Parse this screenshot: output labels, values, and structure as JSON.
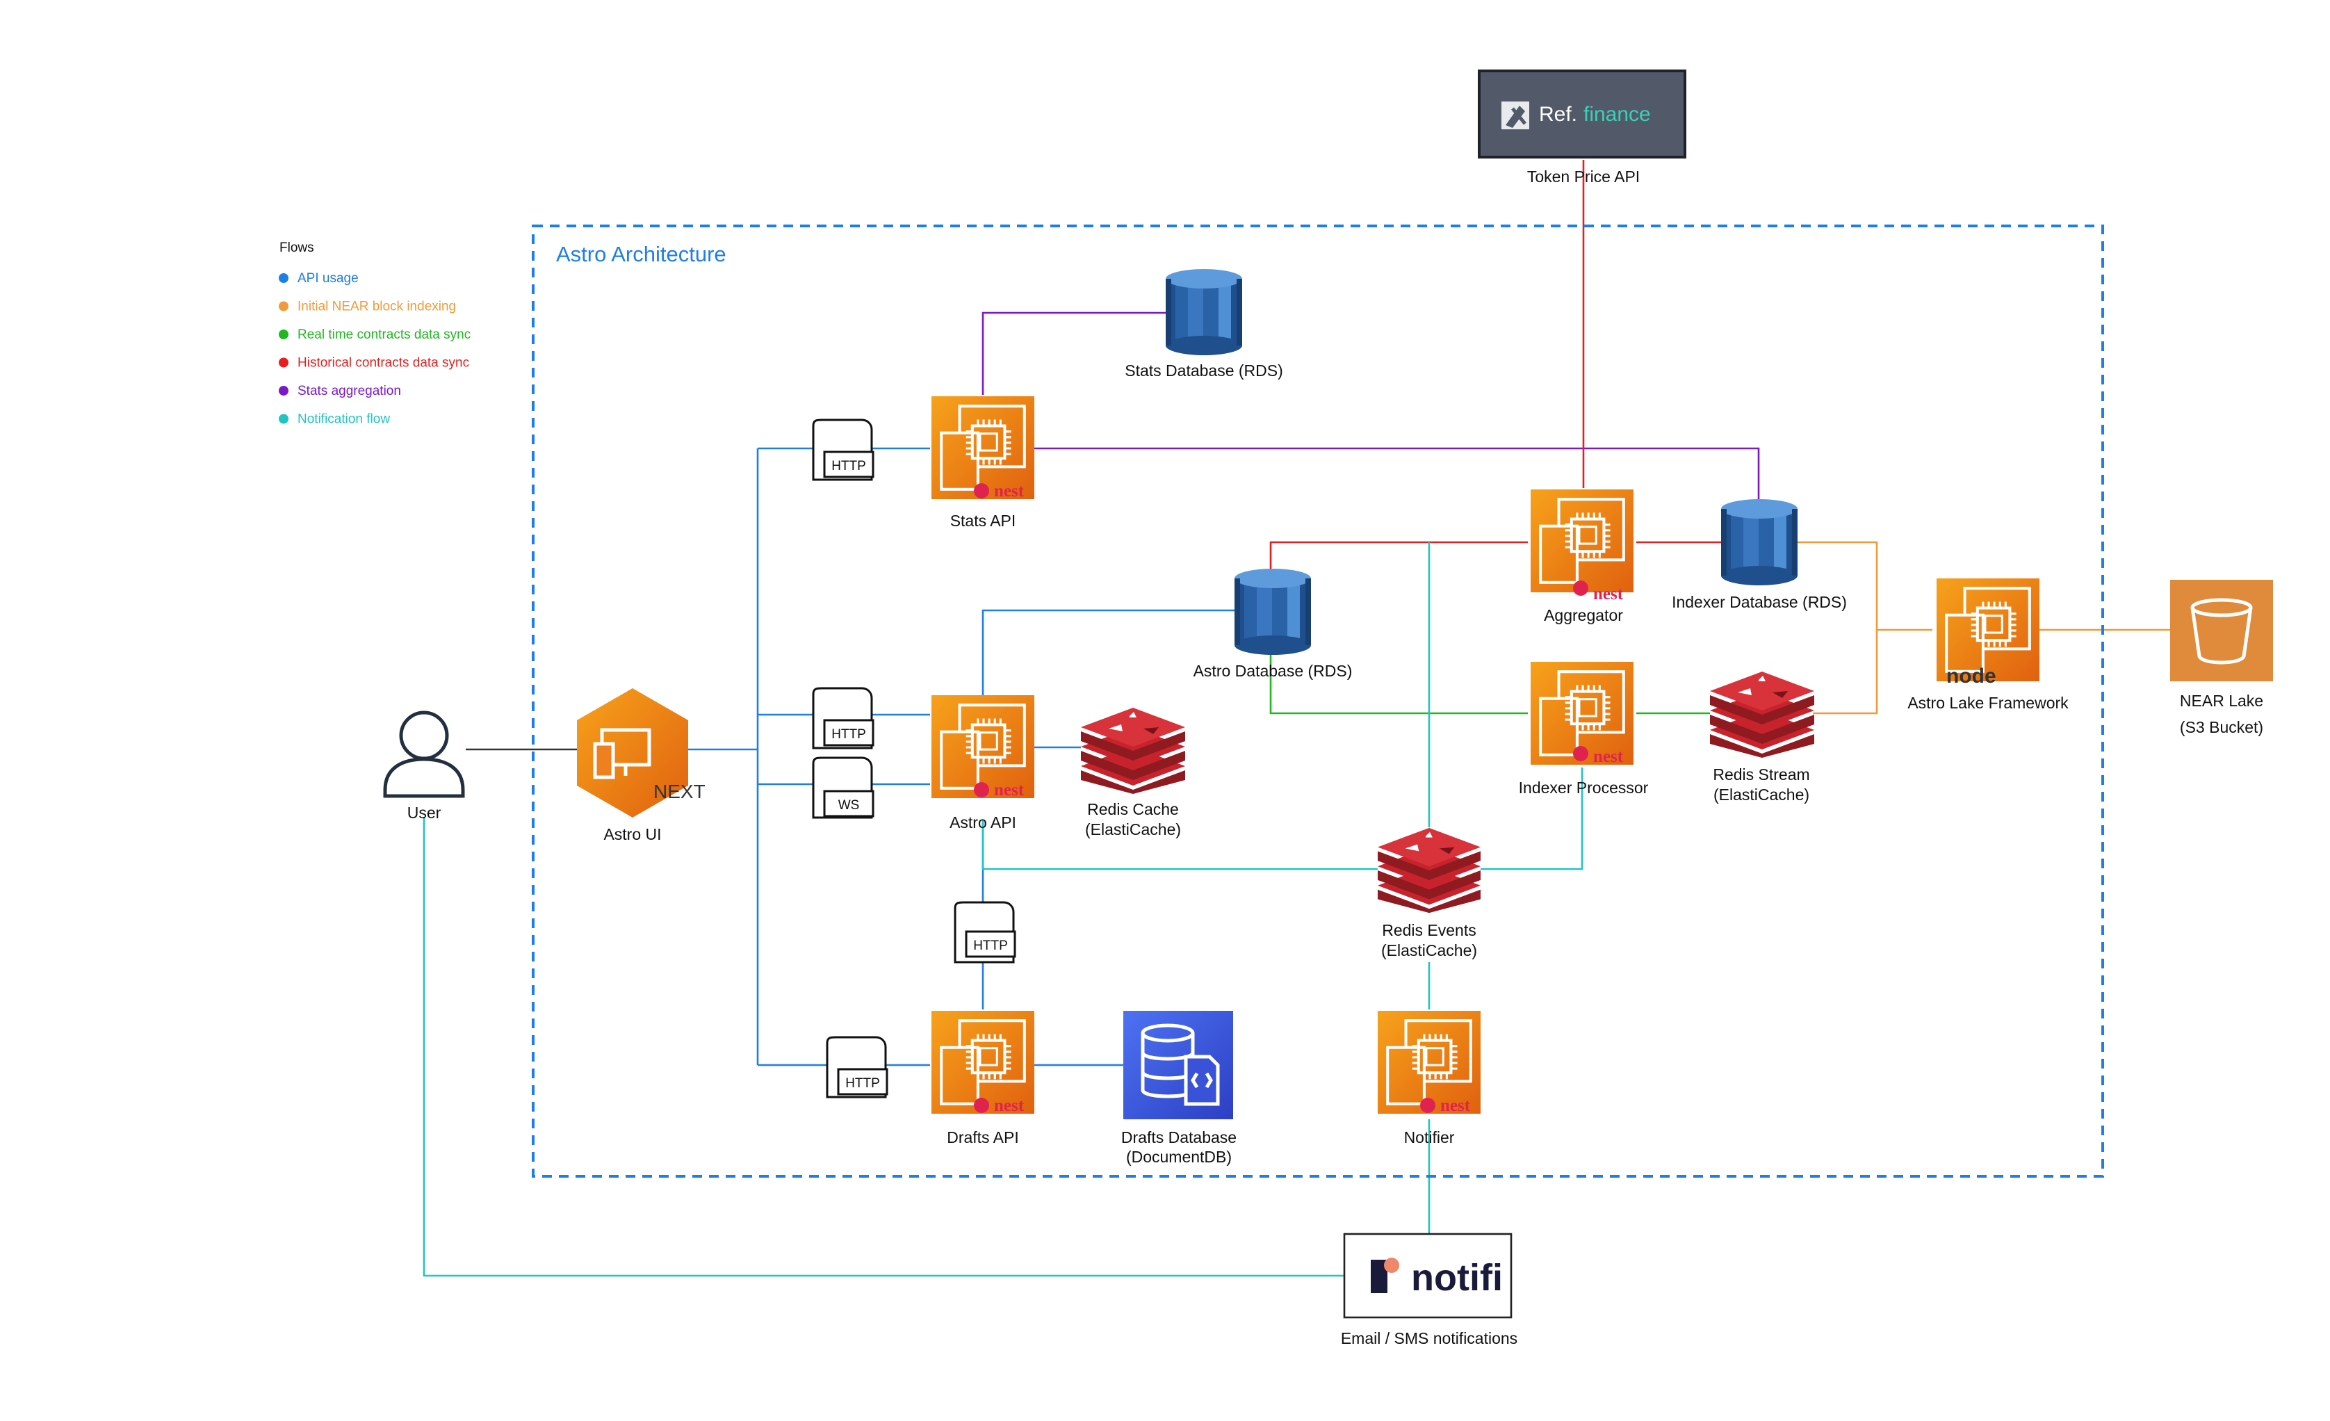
{
  "legend": {
    "title": "Flows",
    "items": [
      {
        "label": "API usage",
        "color": "#1e7ee8"
      },
      {
        "label": "Initial NEAR block indexing",
        "color": "#f29a38"
      },
      {
        "label": "Real time contracts data sync",
        "color": "#1fb81f"
      },
      {
        "label": "Historical contracts data sync",
        "color": "#e81e1e"
      },
      {
        "label": "Stats aggregation",
        "color": "#7b19c7"
      },
      {
        "label": "Notification flow",
        "color": "#21c4c4"
      }
    ]
  },
  "architecture": {
    "title": "Astro Architecture",
    "border_color": "#1e7ee8"
  },
  "external": {
    "token_price": {
      "logo_main": "Ref.",
      "logo_accent": "finance",
      "label": "Token Price API"
    },
    "near_lake": {
      "label_line1": "NEAR Lake",
      "label_line2": "(S3 Bucket)"
    },
    "notifi": {
      "logo": "notifi",
      "label": "Email / SMS notifications"
    }
  },
  "nodes": {
    "user": {
      "label": "User"
    },
    "astro_ui": {
      "label": "Astro UI",
      "badge": "NEXT"
    },
    "stats_api": {
      "label": "Stats API",
      "badge": "nest"
    },
    "astro_api": {
      "label": "Astro API",
      "badge": "nest"
    },
    "drafts_api": {
      "label": "Drafts API",
      "badge": "nest"
    },
    "aggregator": {
      "label": "Aggregator",
      "badge": "nest"
    },
    "indexer_processor": {
      "label": "Indexer Processor",
      "badge": "nest"
    },
    "notifier": {
      "label": "Notifier",
      "badge": "nest"
    },
    "astro_lake": {
      "label": "Astro Lake Framework",
      "badge": "node"
    },
    "stats_db": {
      "label": "Stats Database (RDS)"
    },
    "astro_db": {
      "label": "Astro Database (RDS)"
    },
    "indexer_db": {
      "label": "Indexer Database (RDS)"
    },
    "redis_cache": {
      "label_line1": "Redis Cache",
      "label_line2": "(ElastiCache)"
    },
    "redis_stream": {
      "label_line1": "Redis Stream",
      "label_line2": "(ElastiCache)"
    },
    "redis_events": {
      "label_line1": "Redis Events",
      "label_line2": "(ElastiCache)"
    },
    "drafts_db": {
      "label_line1": "Drafts Database",
      "label_line2": "(DocumentDB)"
    }
  },
  "protocols": {
    "stats_http": "HTTP",
    "astro_http": "HTTP",
    "astro_ws": "WS",
    "astro_drafts_http": "HTTP",
    "drafts_http": "HTTP"
  },
  "colors": {
    "api": "#1e7ee8",
    "indexing": "#f29a38",
    "realtime": "#1fb81f",
    "historical": "#e81e1e",
    "stats": "#7b19c7",
    "notify": "#21c4c4",
    "compute": "#e8741a",
    "rds": "#2e6fb5",
    "redis": "#c8232c",
    "docdb": "#3c4fd8",
    "s3": "#e08a3c"
  }
}
